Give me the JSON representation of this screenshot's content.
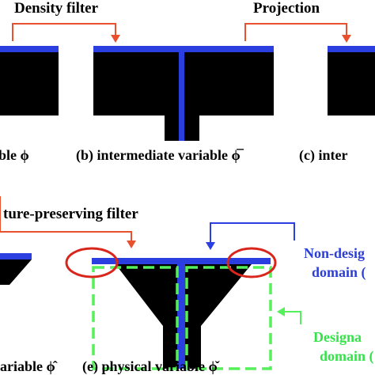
{
  "top_row": {
    "density_filter_label": "Density filter",
    "projection_label": "Projection",
    "caption_a": "ble ϕ",
    "caption_b": "(b) intermediate variable ϕ̅",
    "caption_c": "(c) inter"
  },
  "bottom_row": {
    "filter_label": "ture-preserving filter",
    "non_design_line1": "Non-desig",
    "non_design_line2": "domain (",
    "design_line1": "Designa",
    "design_line2": "domain (",
    "caption_d": "ariable ϕ̂",
    "caption_e": "(e) physical variable ϕ̌"
  },
  "colors": {
    "material": "#000000",
    "boundary": "#2b3fe0",
    "arrow_red": "#e8502e",
    "circle_red": "#d9261c",
    "design_green": "#55f05a",
    "label_blue": "#2d3fd6",
    "label_green": "#35e24a"
  }
}
